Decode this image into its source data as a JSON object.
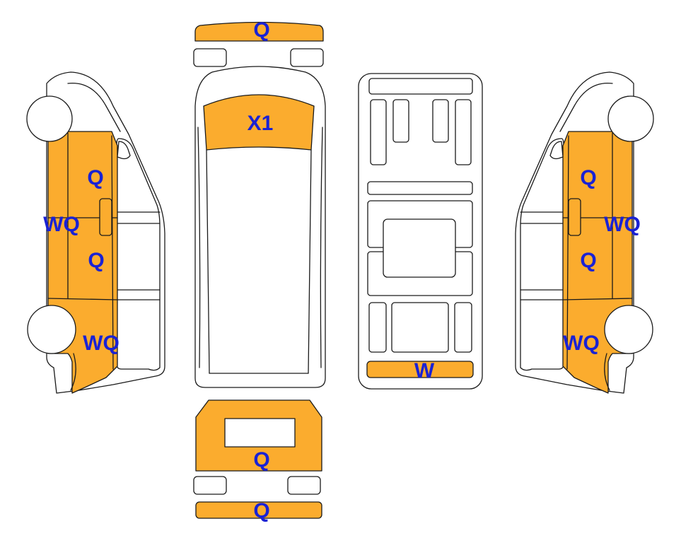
{
  "colors": {
    "damaged": "#fbac2e",
    "outline": "#1a1a1a",
    "label": "#1a22d4",
    "background": "#ffffff"
  },
  "labels": {
    "front_bumper": "Q",
    "hood": "X1",
    "left_front_door": "Q",
    "left_sill": "WQ",
    "left_rear_door": "Q",
    "left_rear_quarter": "WQ",
    "right_front_door": "Q",
    "right_sill": "WQ",
    "right_rear_door": "Q",
    "right_rear_quarter": "WQ",
    "underbody_rear": "W",
    "rear_door": "Q",
    "rear_bumper": "Q"
  }
}
